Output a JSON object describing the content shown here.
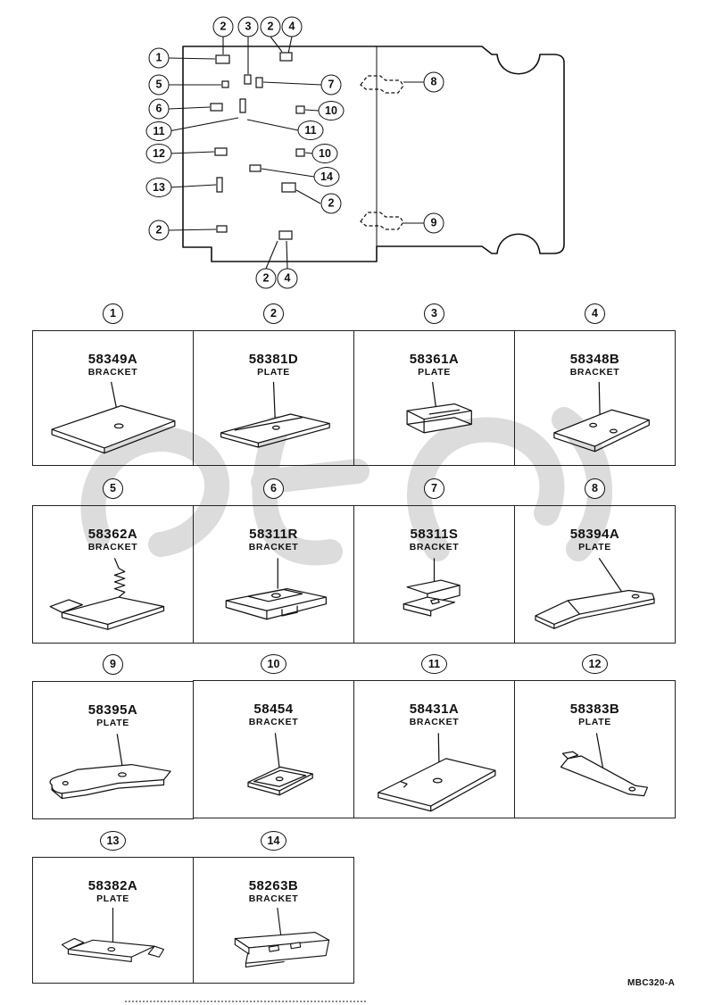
{
  "page": {
    "doc_code": "MBC320-A"
  },
  "diagram": {
    "callouts": [
      {
        "label": "2"
      },
      {
        "label": "3"
      },
      {
        "label": "2"
      },
      {
        "label": "4"
      },
      {
        "label": "1"
      },
      {
        "label": "5"
      },
      {
        "label": "7"
      },
      {
        "label": "8"
      },
      {
        "label": "6"
      },
      {
        "label": "10"
      },
      {
        "label": "11"
      },
      {
        "label": "11"
      },
      {
        "label": "12"
      },
      {
        "label": "10"
      },
      {
        "label": "14"
      },
      {
        "label": "13"
      },
      {
        "label": "2"
      },
      {
        "label": "9"
      },
      {
        "label": "2"
      },
      {
        "label": "2"
      },
      {
        "label": "4"
      }
    ]
  },
  "parts": [
    {
      "ref": "1",
      "number": "58349A",
      "type": "BRACKET"
    },
    {
      "ref": "2",
      "number": "58381D",
      "type": "PLATE"
    },
    {
      "ref": "3",
      "number": "58361A",
      "type": "PLATE"
    },
    {
      "ref": "4",
      "number": "58348B",
      "type": "BRACKET"
    },
    {
      "ref": "5",
      "number": "58362A",
      "type": "BRACKET"
    },
    {
      "ref": "6",
      "number": "58311R",
      "type": "BRACKET"
    },
    {
      "ref": "7",
      "number": "58311S",
      "type": "BRACKET"
    },
    {
      "ref": "8",
      "number": "58394A",
      "type": "PLATE"
    },
    {
      "ref": "9",
      "number": "58395A",
      "type": "PLATE"
    },
    {
      "ref": "10",
      "number": "58454",
      "type": "BRACKET"
    },
    {
      "ref": "11",
      "number": "58431A",
      "type": "BRACKET"
    },
    {
      "ref": "12",
      "number": "58383B",
      "type": "PLATE"
    },
    {
      "ref": "13",
      "number": "58382A",
      "type": "PLATE"
    },
    {
      "ref": "14",
      "number": "58263B",
      "type": "BRACKET"
    }
  ]
}
